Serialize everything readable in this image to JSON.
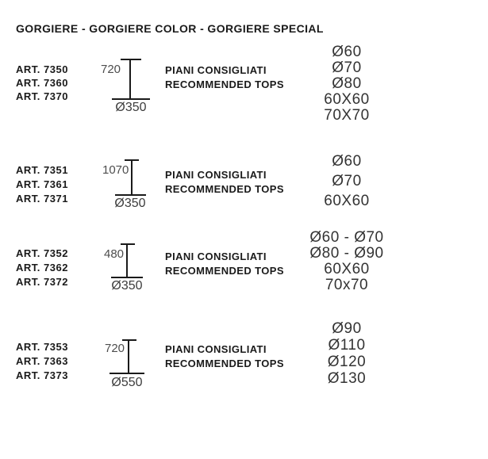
{
  "title": "GORGIERE - GORGIERE COLOR - GORGIERE SPECIAL",
  "tops_heading": {
    "line1": "PIANI CONSIGLIATI",
    "line2": "RECOMMENDED TOPS"
  },
  "colors": {
    "text": "#1a1a1a",
    "dimension_text": "#4d4d4d",
    "line": "#1a1a1a",
    "background": "#ffffff"
  },
  "sections": [
    {
      "articles": [
        "ART. 7350",
        "ART. 7360",
        "ART. 7370"
      ],
      "height": "720",
      "base": "Ø350",
      "tops": [
        "Ø60",
        "Ø70",
        "Ø80",
        "60X60",
        "70X70"
      ]
    },
    {
      "articles": [
        "ART. 7351",
        "ART. 7361",
        "ART. 7371"
      ],
      "height": "1070",
      "base": "Ø350",
      "tops": [
        "Ø60",
        "Ø70",
        "60X60"
      ]
    },
    {
      "articles": [
        "ART. 7352",
        "ART. 7362",
        "ART. 7372"
      ],
      "height": "480",
      "base": "Ø350",
      "tops": [
        "Ø60 - Ø70",
        "Ø80 - Ø90",
        "60X60",
        "70x70"
      ]
    },
    {
      "articles": [
        "ART. 7353",
        "ART. 7363",
        "ART. 7373"
      ],
      "height": "720",
      "base": "Ø550",
      "tops": [
        "Ø90",
        "Ø110",
        "Ø120",
        "Ø130"
      ]
    }
  ]
}
